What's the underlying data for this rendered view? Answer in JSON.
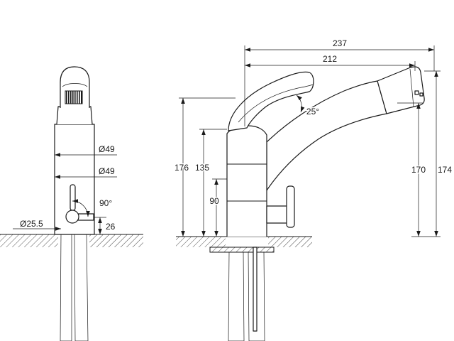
{
  "front_view": {
    "dim_diameter_upper": "Ø49",
    "dim_diameter_lower": "Ø49",
    "dim_angle": "90°",
    "dim_base_diameter": "Ø25.5",
    "dim_base_height": "26"
  },
  "side_view": {
    "dim_total_length": "237",
    "dim_spout_length": "212",
    "dim_lever_angle": "25°",
    "dim_total_height": "176",
    "dim_body_height": "135",
    "dim_valve_height": "90",
    "dim_spout_height": "170",
    "dim_overall_height": "174"
  },
  "colors": {
    "line": "#1a1a1a",
    "background": "#ffffff"
  }
}
